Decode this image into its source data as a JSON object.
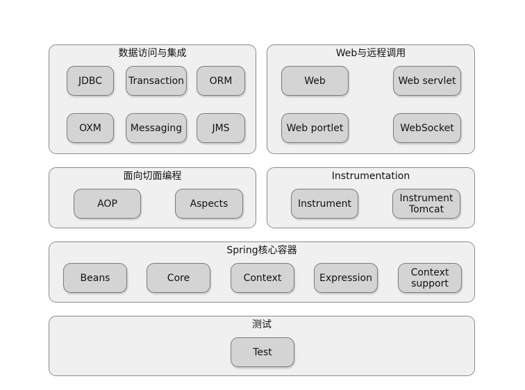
{
  "data_access": {
    "title": "数据访问与集成",
    "modules": [
      "JDBC",
      "Transaction",
      "ORM",
      "OXM",
      "Messaging",
      "JMS"
    ]
  },
  "web": {
    "title": "Web与远程调用",
    "modules": [
      "Web",
      "Web servlet",
      "Web portlet",
      "WebSocket"
    ]
  },
  "aop": {
    "title": "面向切面编程",
    "modules": [
      "AOP",
      "Aspects"
    ]
  },
  "instrumentation": {
    "title": "Instrumentation",
    "modules": [
      "Instrument",
      "Instrument\nTomcat"
    ]
  },
  "core_container": {
    "title": "Spring核心容器",
    "modules": [
      "Beans",
      "Core",
      "Context",
      "Expression",
      "Context\nsupport"
    ]
  },
  "test": {
    "title": "测试",
    "modules": [
      "Test"
    ]
  }
}
